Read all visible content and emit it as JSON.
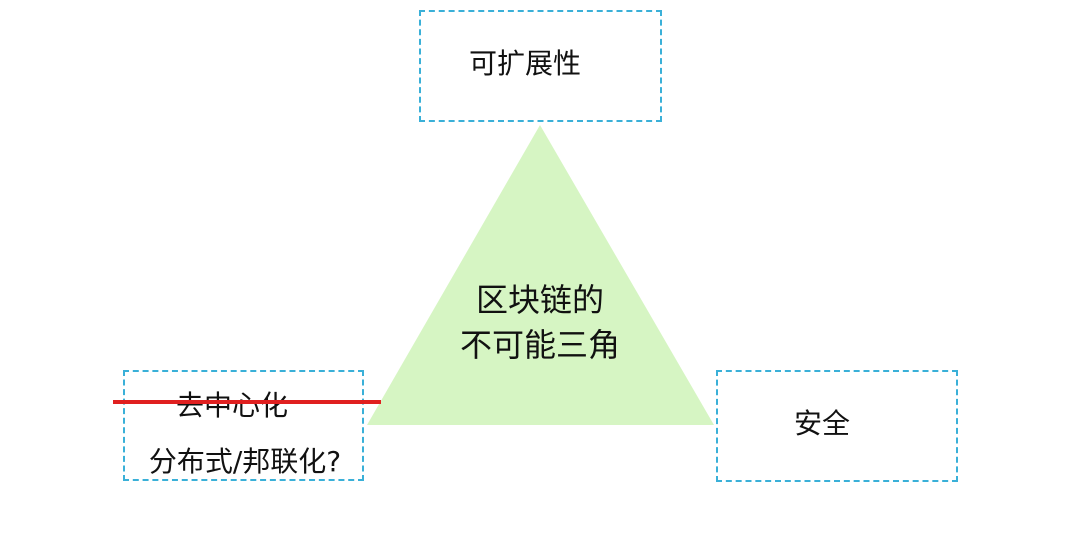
{
  "colors": {
    "triangle": "#d6f5c3",
    "box_border": "#3ab0d8",
    "strike": "#e02020"
  },
  "triangle": {
    "line1": "区块链的",
    "line2": "不可能三角"
  },
  "top": {
    "label": "可扩展性"
  },
  "left": {
    "label": "去中心化",
    "alternative": "分布式/邦联化?"
  },
  "right": {
    "label": "安全"
  }
}
